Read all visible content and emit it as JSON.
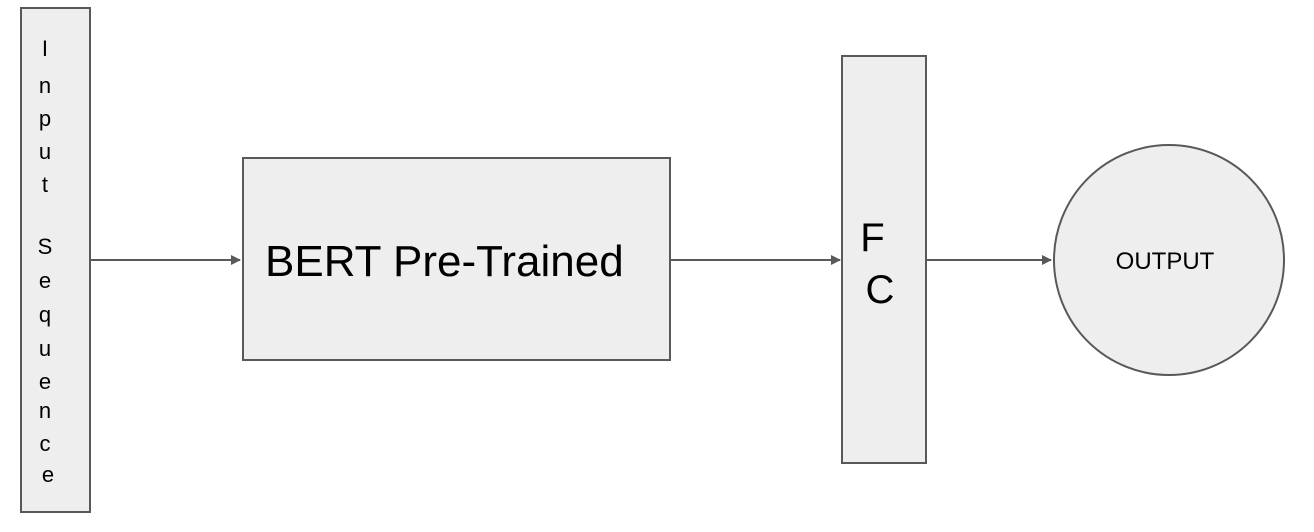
{
  "nodes": {
    "input": {
      "label": "Input Sequence",
      "lines": [
        "I",
        "n",
        "p",
        "u",
        "t",
        "",
        "S",
        "e",
        "q",
        "u",
        "e",
        "n",
        "c",
        "e"
      ]
    },
    "bert": {
      "label": "BERT Pre-Trained"
    },
    "fc": {
      "lines": [
        "F",
        "C"
      ]
    },
    "output": {
      "label": "OUTPUT"
    }
  },
  "edges": [
    {
      "from": "input",
      "to": "bert"
    },
    {
      "from": "bert",
      "to": "fc"
    },
    {
      "from": "fc",
      "to": "output"
    }
  ],
  "colors": {
    "node_fill": "#eeeeee",
    "stroke": "#595959",
    "text": "#000000",
    "background": "#ffffff"
  }
}
